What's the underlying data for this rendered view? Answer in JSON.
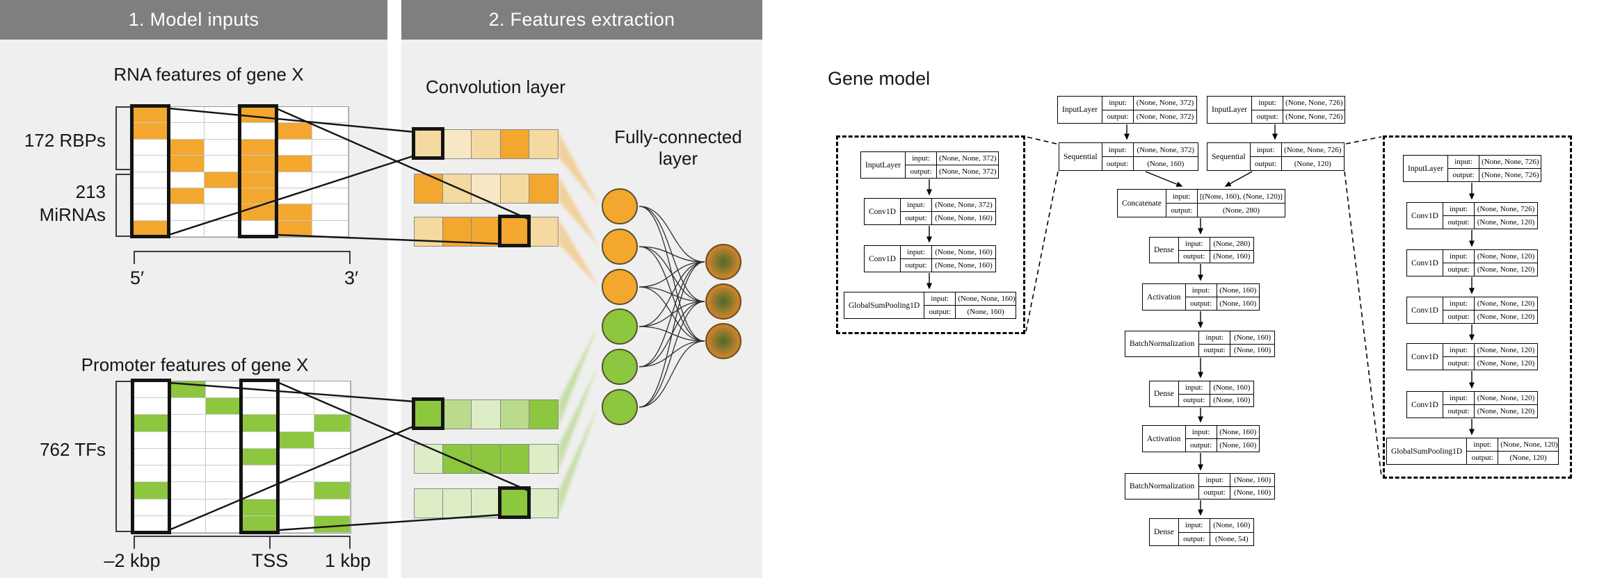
{
  "colors": {
    "header_gray": "#7f7f7f",
    "panel_bg": "#efefef",
    "orange_full": "#f3a72e",
    "orange_light": "#f4d9a0",
    "orange_lighter": "#f8e7c4",
    "green_full": "#8dc63f",
    "green_mid": "#bada8e",
    "green_light": "#ddeec7"
  },
  "panels": {
    "left": {
      "header": "1. Model inputs"
    },
    "right": {
      "header": "2. Features extraction"
    }
  },
  "rna": {
    "title": "RNA features of gene X",
    "group1": "172 RBPs",
    "group2_line1": "213",
    "group2_line2": "MiRNAs",
    "axis_left": "5′",
    "axis_right": "3′",
    "matrix": {
      "cols": 6,
      "rows": 8,
      "bold_cols": [
        0,
        3
      ],
      "filled": [
        [
          0,
          3
        ],
        [
          0,
          4
        ],
        [
          1,
          3
        ],
        [
          1,
          3,
          4
        ],
        [
          2,
          3
        ],
        [
          1,
          3
        ],
        [
          3,
          4
        ],
        [
          0,
          4
        ]
      ]
    }
  },
  "promoter": {
    "title": "Promoter features of gene X",
    "group": "762 TFs",
    "axis_labels": [
      "–2 kbp",
      "TSS",
      "1 kbp"
    ],
    "matrix": {
      "cols": 6,
      "rows": 9,
      "bold_cols": [
        0,
        3
      ],
      "filled": [
        [
          1
        ],
        [
          2
        ],
        [
          0,
          3,
          5
        ],
        [
          4
        ],
        [
          3
        ],
        [],
        [
          0,
          5
        ],
        [
          3
        ],
        [
          3,
          5
        ]
      ]
    }
  },
  "conv": {
    "title": "Convolution layer",
    "orange_rows": [
      {
        "tones": [
          "l",
          "ll",
          "l",
          "f",
          "l"
        ],
        "bold": 0
      },
      {
        "tones": [
          "f",
          "l",
          "ll",
          "l",
          "f"
        ],
        "bold": -1
      },
      {
        "tones": [
          "l",
          "f",
          "f",
          "f",
          "l"
        ],
        "bold": 3
      }
    ],
    "green_rows": [
      {
        "tones": [
          "f",
          "m",
          "l",
          "m",
          "f"
        ],
        "bold": 0
      },
      {
        "tones": [
          "l",
          "f",
          "f",
          "f",
          "l"
        ],
        "bold": -1
      },
      {
        "tones": [
          "l",
          "l",
          "l",
          "f",
          "l"
        ],
        "bold": 3
      }
    ]
  },
  "fc": {
    "title_line1": "Fully-connected",
    "title_line2": "layer",
    "hidden_nodes": [
      "orange",
      "orange",
      "orange",
      "green",
      "green",
      "green"
    ],
    "output_nodes": 3
  },
  "gene_model": {
    "title": "Gene model",
    "io_labels": {
      "input": "input:",
      "output": "output:"
    },
    "main": [
      {
        "name": "InputLayer",
        "in": "(None, None, 372)",
        "out": "(None, None, 372)"
      },
      {
        "name": "InputLayer",
        "in": "(None, None, 726)",
        "out": "(None, None, 726)"
      },
      {
        "name": "Sequential",
        "in": "(None, None, 372)",
        "out": "(None, 160)"
      },
      {
        "name": "Sequential",
        "in": "(None, None, 726)",
        "out": "(None, 120)"
      },
      {
        "name": "Concatenate",
        "in": "[(None, 160), (None, 120)]",
        "out": "(None, 280)"
      },
      {
        "name": "Dense",
        "in": "(None, 280)",
        "out": "(None, 160)"
      },
      {
        "name": "Activation",
        "in": "(None, 160)",
        "out": "(None, 160)"
      },
      {
        "name": "BatchNormalization",
        "in": "(None, 160)",
        "out": "(None, 160)"
      },
      {
        "name": "Dense",
        "in": "(None, 160)",
        "out": "(None, 160)"
      },
      {
        "name": "Activation",
        "in": "(None, 160)",
        "out": "(None, 160)"
      },
      {
        "name": "BatchNormalization",
        "in": "(None, 160)",
        "out": "(None, 160)"
      },
      {
        "name": "Dense",
        "in": "(None, 160)",
        "out": "(None, 54)"
      }
    ],
    "left_sub": [
      {
        "name": "InputLayer",
        "in": "(None, None, 372)",
        "out": "(None, None, 372)"
      },
      {
        "name": "Conv1D",
        "in": "(None, None, 372)",
        "out": "(None, None, 160)"
      },
      {
        "name": "Conv1D",
        "in": "(None, None, 160)",
        "out": "(None, None, 160)"
      },
      {
        "name": "GlobalSumPooling1D",
        "in": "(None, None, 160)",
        "out": "(None, 160)"
      }
    ],
    "right_sub": [
      {
        "name": "InputLayer",
        "in": "(None, None, 726)",
        "out": "(None, None, 726)"
      },
      {
        "name": "Conv1D",
        "in": "(None, None, 726)",
        "out": "(None, None, 120)"
      },
      {
        "name": "Conv1D",
        "in": "(None, None, 120)",
        "out": "(None, None, 120)"
      },
      {
        "name": "Conv1D",
        "in": "(None, None, 120)",
        "out": "(None, None, 120)"
      },
      {
        "name": "Conv1D",
        "in": "(None, None, 120)",
        "out": "(None, None, 120)"
      },
      {
        "name": "Conv1D",
        "in": "(None, None, 120)",
        "out": "(None, None, 120)"
      },
      {
        "name": "GlobalSumPooling1D",
        "in": "(None, None, 120)",
        "out": "(None, 120)"
      }
    ]
  }
}
